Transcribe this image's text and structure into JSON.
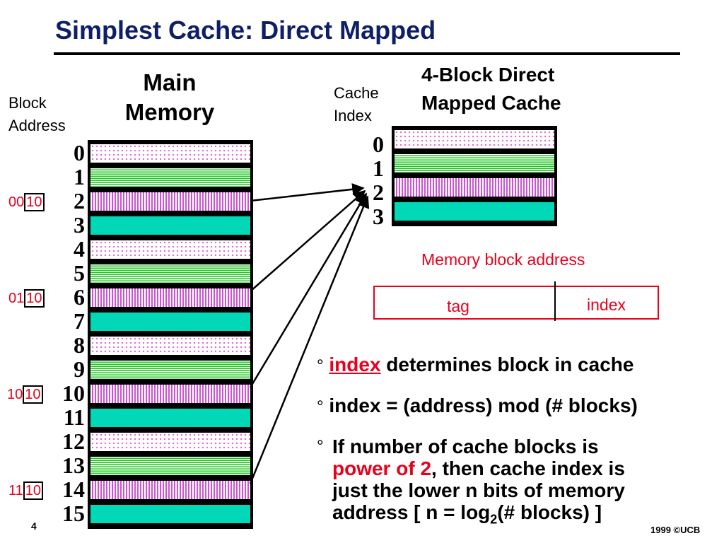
{
  "title": "Simplest Cache: Direct Mapped",
  "memory": {
    "heading_line1": "Main",
    "heading_line2": "Memory",
    "block_address_line1": "Block",
    "block_address_line2": "Address",
    "blocks": [
      "0",
      "1",
      "2",
      "3",
      "4",
      "5",
      "6",
      "7",
      "8",
      "9",
      "10",
      "11",
      "12",
      "13",
      "14",
      "15"
    ],
    "patterns": [
      "dots",
      "hlines",
      "vlines",
      "teal"
    ]
  },
  "cache": {
    "heading_line1": "4-Block Direct",
    "heading_line2": "Mapped Cache",
    "index_label_line1": "Cache",
    "index_label_line2": "Index",
    "indices": [
      "0",
      "1",
      "2",
      "3"
    ]
  },
  "binary_addresses": [
    {
      "block": 2,
      "high": "00",
      "low": "10"
    },
    {
      "block": 6,
      "high": "01",
      "low": "10"
    },
    {
      "block": 10,
      "high": "10",
      "low": "10"
    },
    {
      "block": 14,
      "high": "11",
      "low": "10"
    }
  ],
  "address_fields": {
    "caption": "Memory block address",
    "tag": "tag",
    "index": "index"
  },
  "bullets": {
    "b1_keyword": "index",
    "b1_rest": " determines block in cache",
    "b2": "index = (address) mod (# blocks)",
    "b3_line1": "If number of cache blocks is",
    "b3_red": "power of 2",
    "b3_line2_rest": ", then cache index is",
    "b3_line3": "just the lower n bits of memory",
    "b3_line4_a": "address [ n = log",
    "b3_line4_sub": "2",
    "b3_line4_b": "(# blocks) ]"
  },
  "footer": {
    "page": "4",
    "copyright": "1999 ©UCB"
  },
  "colors": {
    "title": "#0f1f66",
    "accent_red": "#e8001c",
    "teal": "#00d8b8",
    "green": "#18c818",
    "magenta": "#d050d8"
  }
}
